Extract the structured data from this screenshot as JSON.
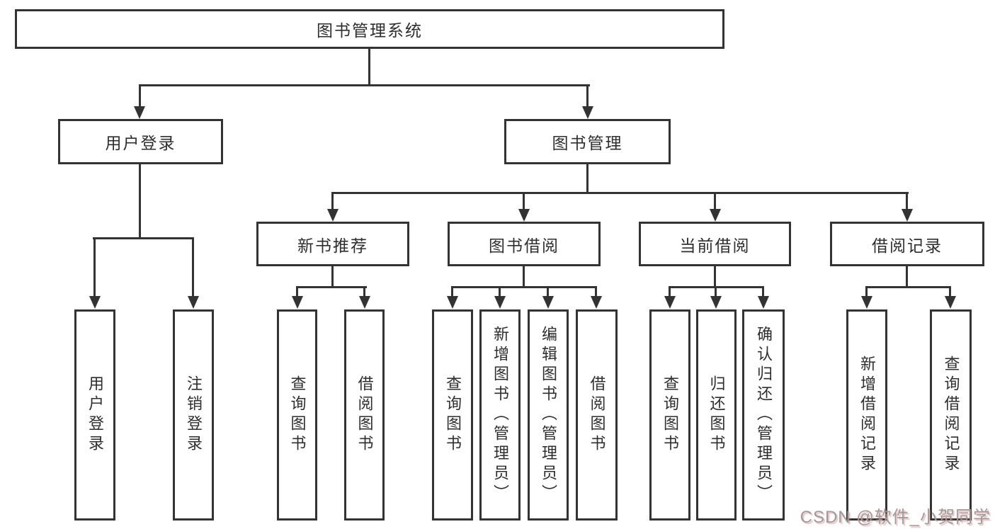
{
  "tree": {
    "root": {
      "label": "图书管理系统"
    },
    "children": [
      {
        "label": "用户登录",
        "children": [
          {
            "label": "用户登录"
          },
          {
            "label": "注销登录"
          }
        ]
      },
      {
        "label": "图书管理",
        "children": [
          {
            "label": "新书推荐",
            "children": [
              {
                "label": "查询图书"
              },
              {
                "label": "借阅图书"
              }
            ]
          },
          {
            "label": "图书借阅",
            "children": [
              {
                "label": "查询图书"
              },
              {
                "label": "新增图书（管理员）"
              },
              {
                "label": "编辑图书（管理员）"
              },
              {
                "label": "借阅图书"
              }
            ]
          },
          {
            "label": "当前借阅",
            "children": [
              {
                "label": "查询图书"
              },
              {
                "label": "归还图书"
              },
              {
                "label": "确认归还（管理员）"
              }
            ]
          },
          {
            "label": "借阅记录",
            "children": [
              {
                "label": "新增借阅记录"
              },
              {
                "label": "查询借阅记录"
              }
            ]
          }
        ]
      }
    ]
  },
  "watermark": {
    "text": "CSDN @软件_小贺同学"
  },
  "colors": {
    "line": "#333333",
    "text": "#2e2e2e",
    "background": "#ffffff",
    "watermark_gray": "#9c9c9c",
    "watermark_shadow": "#d96c6c"
  }
}
